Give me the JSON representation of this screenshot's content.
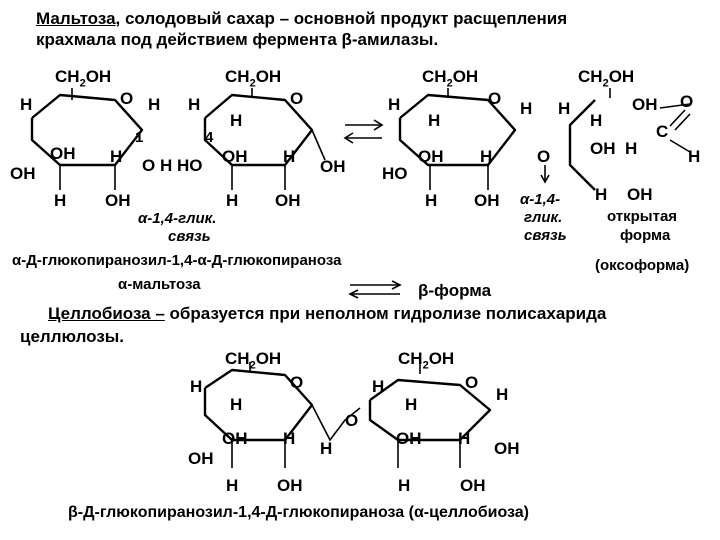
{
  "header": {
    "maltose_word": "Мальтоза",
    "line1_rest": ", солодовый сахар – основной продукт расщепления",
    "line2": "крахмала под действием фермента β-амилазы."
  },
  "maltose": {
    "atoms": {
      "ch2oh": "CH2OH",
      "o": "O",
      "h": "H",
      "oh": "OH",
      "ho": "HO"
    },
    "c1_number": "1",
    "c4_number": "4",
    "bridge_text": "O H HO",
    "alpha_bond_note_1": "α-1,4-глик.",
    "alpha_bond_note_2": "связь",
    "alpha_bond_right_1": "α-1,4-",
    "alpha_bond_right_2": "глик.",
    "alpha_bond_right_3": "связь",
    "open_form_1": "открытая",
    "open_form_2": "форма",
    "open_form_3": "(оксоформа)",
    "carbonyl_c": "C",
    "name_full": "α-Д-глюкопиранозил-1,4-α-Д-глюкопираноза",
    "name_short": "α-мальтоза",
    "beta_form": "β-форма"
  },
  "cellobiose": {
    "heading_word": "Целлобиоза –",
    "heading_rest": " образуется при неполном гидролизе полисахарида",
    "heading_line2": "целлюлозы.",
    "name_full": "β-Д-глюкопиранозил-1,4-Д-глюкопираноза (α-целлобиоза)"
  }
}
